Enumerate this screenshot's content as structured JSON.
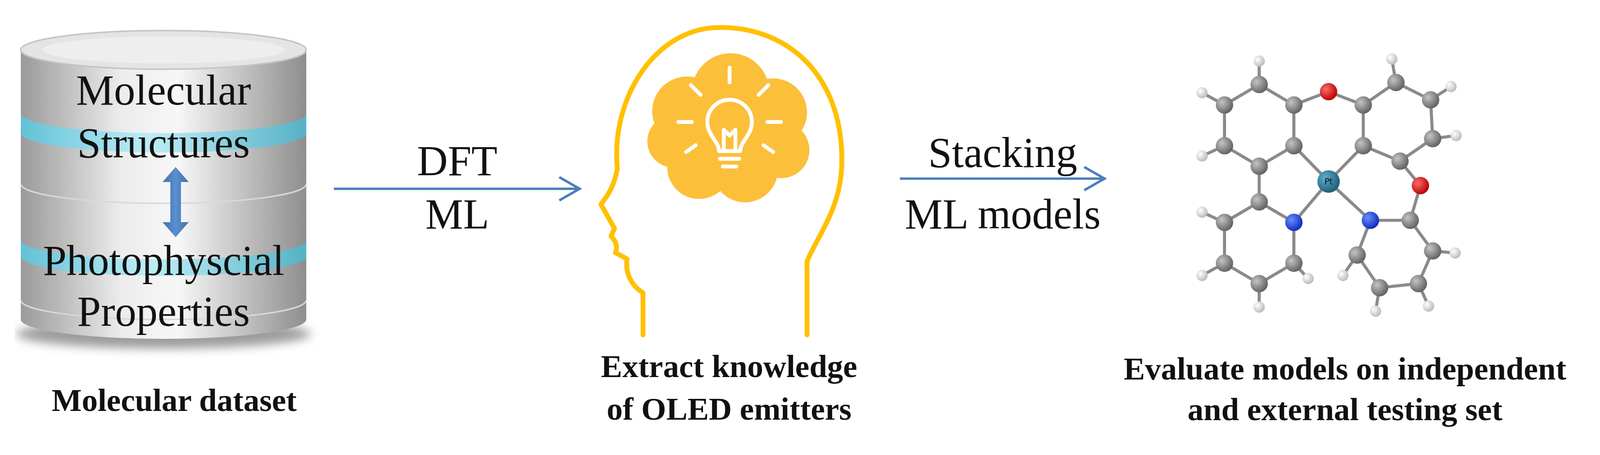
{
  "diagram": {
    "nodes": [
      {
        "text": [
          "Molecular Structures",
          "Photophyscial Properties",
          "Molecular dataset"
        ]
      },
      {
        "text": [
          "Extract knowledge of OLED emitters"
        ]
      },
      {
        "text": [
          "Evaluate models on independent and external testing set"
        ]
      }
    ],
    "edges": [
      {
        "from": 0,
        "to": 1,
        "arrow": "to",
        "label": "DFT"
      },
      {
        "from": 1,
        "to": 2,
        "arrow": "to",
        "label": "Stacking"
      }
    ],
    "labels": [
      "ML",
      "ML models",
      "Pt"
    ]
  }
}
